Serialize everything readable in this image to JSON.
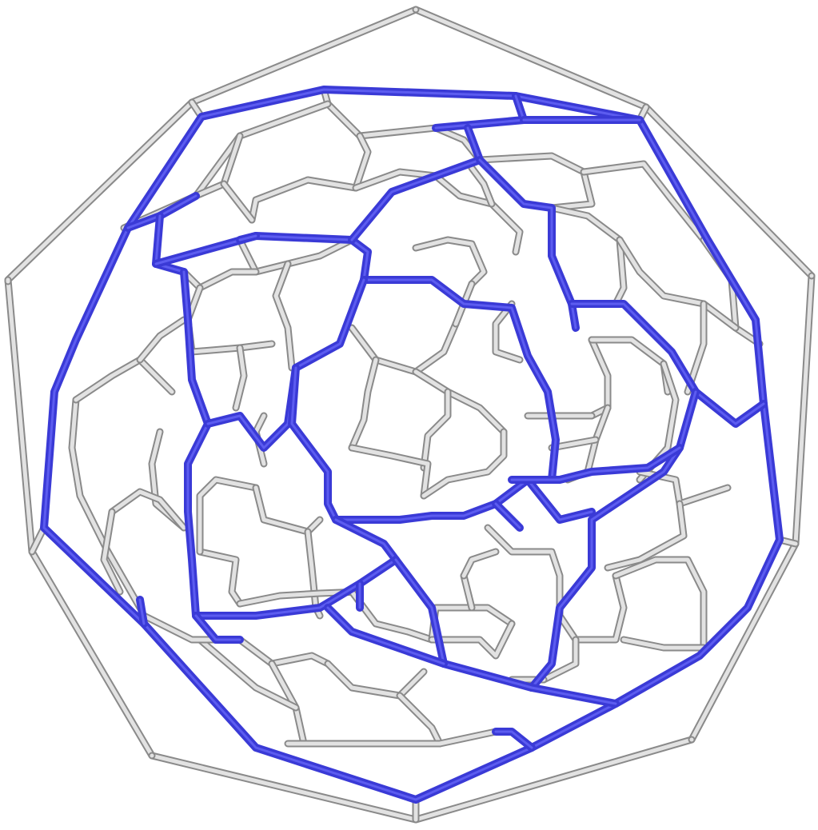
{
  "diagram": {
    "kind": "fullerene-schlegel-graph",
    "colors": {
      "background": "#ffffff",
      "grey_edge": "#e2e2e2",
      "grey_casing": "#8a8a8a",
      "highlight_edge": "#3a3ad6"
    },
    "edge_groups": [
      {
        "name": "outer-frame",
        "color": "grey"
      },
      {
        "name": "grey-lattice",
        "color": "grey"
      },
      {
        "name": "highlighted-spiral-path",
        "color": "blue"
      }
    ]
  }
}
